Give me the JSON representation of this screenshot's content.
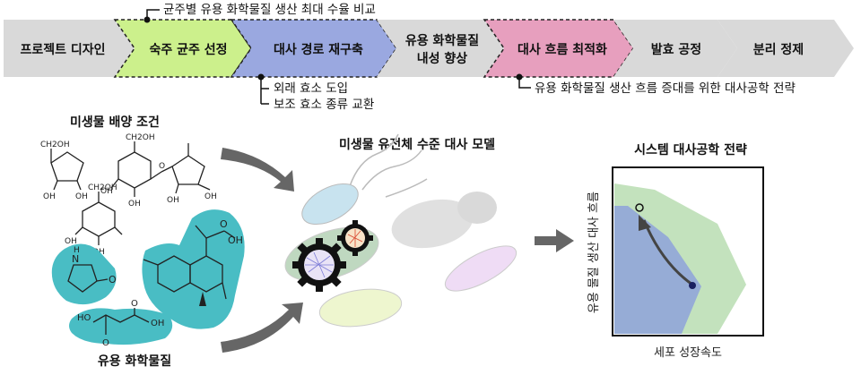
{
  "pipeline": {
    "steps": [
      {
        "label": "프로젝트 디자인",
        "color": "#d9d9d9",
        "dashed": false
      },
      {
        "label": "숙주 균주 선정",
        "color": "#ccf08c",
        "dashed": true
      },
      {
        "label": "대사 경로 재구축",
        "color": "#9aa8e0",
        "dashed": true
      },
      {
        "label": "유용 화학물질",
        "label2": "내성 향상",
        "color": "#d9d9d9",
        "dashed": false
      },
      {
        "label": "대사 흐름 최적화",
        "color": "#e79fbe",
        "dashed": true
      },
      {
        "label": "발효 공정",
        "color": "#d9d9d9",
        "dashed": false
      },
      {
        "label": "분리 정제",
        "color": "#d9d9d9",
        "dashed": false
      }
    ],
    "note_strain": "균주별 유용 화학물질 생산 최대 수율 비교",
    "note_pathway_1": "외래 효소 도입",
    "note_pathway_2": "보조 효소 종류 교환",
    "note_flux": "유용 화학물질 생산 흐름 증대를 위한 대사공학 전략"
  },
  "left": {
    "culture_title": "미생물 배양 조건",
    "chemicals_title": "유용 화학물질",
    "formula_labels": [
      "CH2OH",
      "OH",
      "OH",
      "OH",
      "CH2OH",
      "OH",
      "OH",
      "OH",
      "O",
      "OH",
      "OH",
      "CH2OH"
    ],
    "chem_labels": {
      "nh": "N",
      "h": "H",
      "o": "O",
      "oh": "OH",
      "ho": "HO"
    },
    "highlight_color": "#49bdc4"
  },
  "middle": {
    "title": "미생물 유전체 수준 대사 모델"
  },
  "right": {
    "title": "시스템 대사공학 전략",
    "xlabel": "세포 성장속도",
    "ylabel": "유용 물질 생산 대사 흐름",
    "colors": {
      "outer": "#c3e2bd",
      "inner": "#96acd6"
    }
  }
}
